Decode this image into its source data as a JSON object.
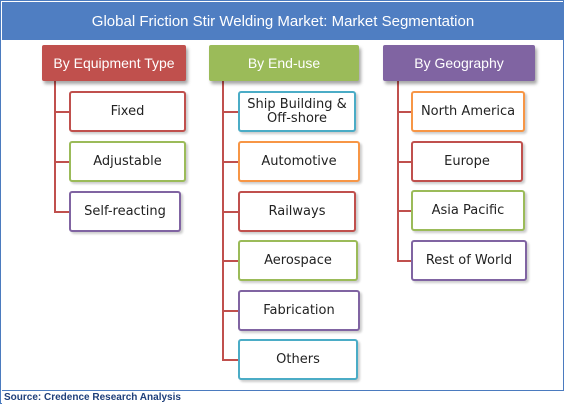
{
  "title": "Global Friction Stir Welding Market: Market Segmentation",
  "source": "Source: Credence Research Analysis",
  "colors": {
    "title_bar": "#4f7ec2",
    "equipment": "#c0504d",
    "end_use": "#9bbb59",
    "geography": "#8064a2",
    "cyan": "#4bacc6",
    "orange": "#f79646",
    "connector_red": "#c0504d"
  },
  "equipment_type": {
    "header": "By Equipment Type",
    "items": [
      "Fixed",
      "Adjustable",
      "Self-reacting"
    ]
  },
  "end_use": {
    "header": "By End-use",
    "items": [
      "Ship Building &\nOff-shore",
      "Automotive",
      "Railways",
      "Aerospace",
      "Fabrication",
      "Others"
    ]
  },
  "geography": {
    "header": "By Geography",
    "items": [
      "North America",
      "Europe",
      "Asia Pacific",
      "Rest of World"
    ]
  }
}
